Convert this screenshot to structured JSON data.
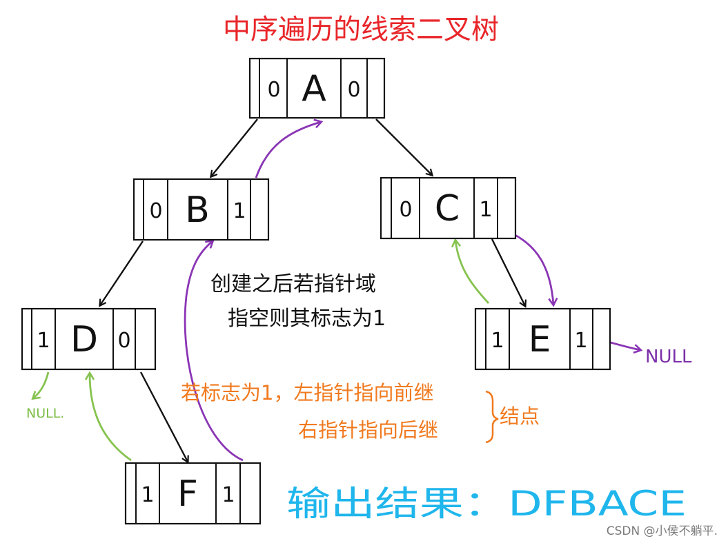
{
  "title": "中序遍历的线索二叉树",
  "nodes": [
    {
      "id": "a",
      "letter": "A",
      "ltag": "0",
      "rtag": "0"
    },
    {
      "id": "b",
      "letter": "B",
      "ltag": "0",
      "rtag": "1"
    },
    {
      "id": "c",
      "letter": "C",
      "ltag": "0",
      "rtag": "1"
    },
    {
      "id": "d",
      "letter": "D",
      "ltag": "1",
      "rtag": "0"
    },
    {
      "id": "e",
      "letter": "E",
      "ltag": "1",
      "rtag": "1"
    },
    {
      "id": "f",
      "letter": "F",
      "ltag": "1",
      "rtag": "1"
    }
  ],
  "notes": {
    "empty_pointer_line1": "创建之后若指针域",
    "empty_pointer_line2": "指空则其标志为1",
    "flag_rule_line1": "若标志为1，左指针指向前继",
    "flag_rule_line2": "右指针指向后继",
    "flag_rule_suffix": "结点"
  },
  "null_labels": {
    "e_right": "NULL",
    "d_left": "NULL."
  },
  "result": "输出结果：DFBACE",
  "watermark": "CSDN @小侯不躺平.",
  "colors": {
    "title": "#e8262a",
    "child_edge": "#111111",
    "successor_thread": "#8a35b5",
    "predecessor_thread": "#86c34f",
    "note_orange": "#f07a1f",
    "result": "#1fb6ec"
  }
}
